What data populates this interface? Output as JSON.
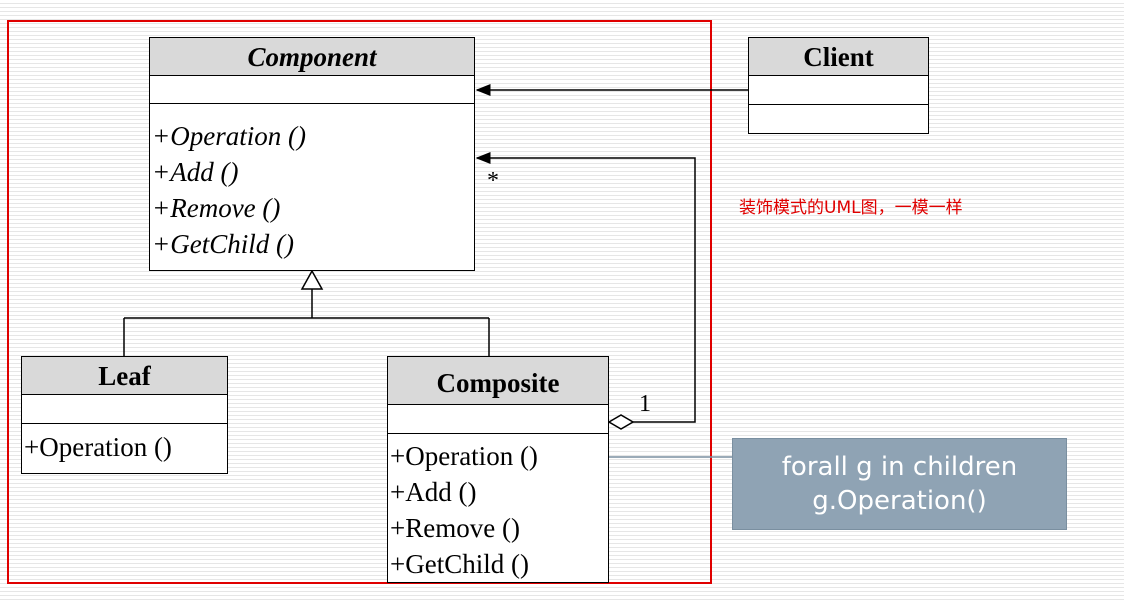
{
  "component": {
    "name": "Component",
    "operations": [
      "+Operation ()",
      "+Add ()",
      "+Remove ()",
      "+GetChild ()"
    ]
  },
  "client": {
    "name": "Client"
  },
  "leaf": {
    "name": "Leaf",
    "operations": [
      "+Operation ()"
    ]
  },
  "composite": {
    "name": "Composite",
    "operations": [
      "+Operation ()",
      "+Add ()",
      "+Remove ()",
      "+GetChild ()"
    ]
  },
  "multiplicity": {
    "many": "*",
    "one": "1"
  },
  "note": "装饰模式的UML图，一模一样",
  "callout": {
    "line1": "forall g in children",
    "line2": "g.Operation()"
  },
  "colors": {
    "frame": "#e00000",
    "header": "#d9d9d9",
    "callout": "#8fa3b4",
    "note": "#e00000"
  }
}
